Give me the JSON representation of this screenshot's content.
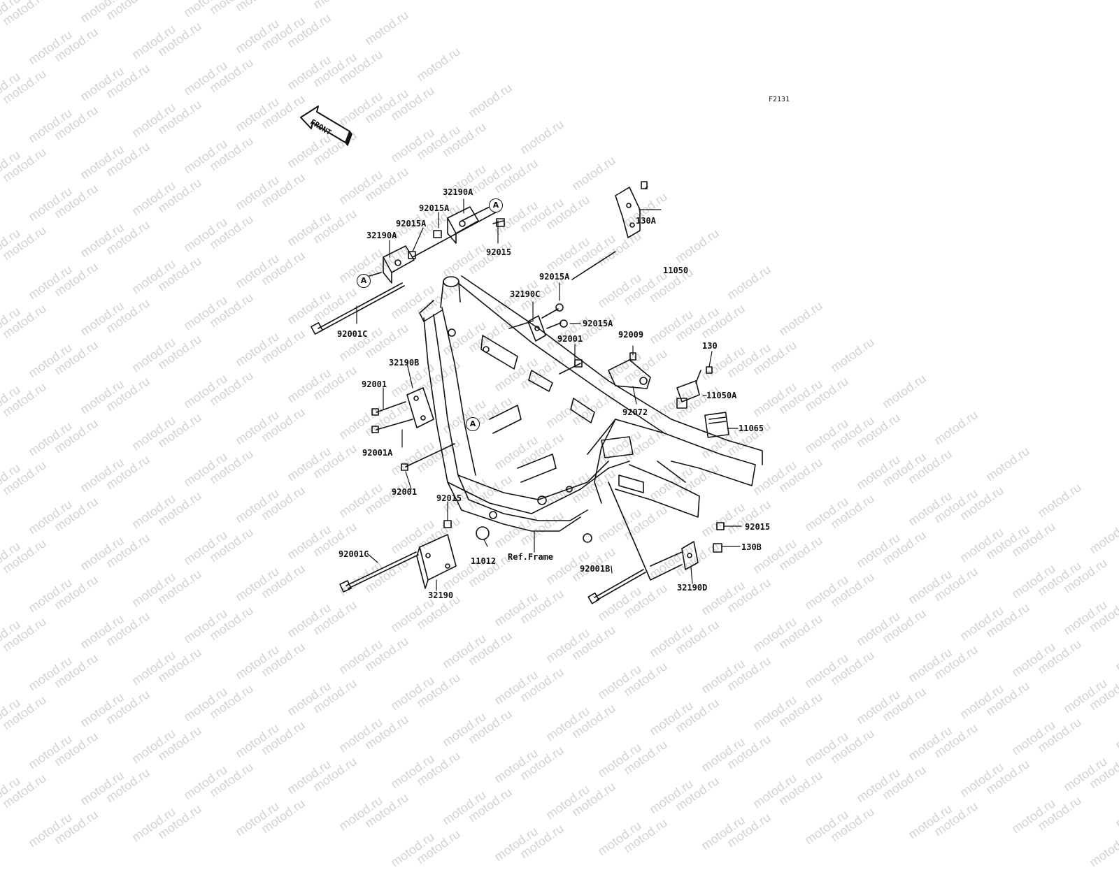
{
  "watermark": "motod.ru",
  "figure_code": "F2131",
  "front_label": "FRONT",
  "ref_label": "Ref.Frame",
  "callout_letter": "A",
  "colors": {
    "line": "#111111",
    "watermark": "#d2d2d2"
  },
  "parts": [
    {
      "id": "p1",
      "label": "32190A"
    },
    {
      "id": "p2",
      "label": "92015A"
    },
    {
      "id": "p3",
      "label": "92015A"
    },
    {
      "id": "p4",
      "label": "32190A"
    },
    {
      "id": "p5",
      "label": "92015"
    },
    {
      "id": "p6",
      "label": "92001C"
    },
    {
      "id": "p7",
      "label": "130A"
    },
    {
      "id": "p8",
      "label": "11050"
    },
    {
      "id": "p9",
      "label": "92015A"
    },
    {
      "id": "p10",
      "label": "32190C"
    },
    {
      "id": "p11",
      "label": "92015A"
    },
    {
      "id": "p12",
      "label": "92001"
    },
    {
      "id": "p13",
      "label": "92009"
    },
    {
      "id": "p14",
      "label": "130"
    },
    {
      "id": "p15",
      "label": "11050A"
    },
    {
      "id": "p16",
      "label": "32190B"
    },
    {
      "id": "p17",
      "label": "92001"
    },
    {
      "id": "p18",
      "label": "92072"
    },
    {
      "id": "p19",
      "label": "11065"
    },
    {
      "id": "p20",
      "label": "92001A"
    },
    {
      "id": "p21",
      "label": "92001"
    },
    {
      "id": "p22",
      "label": "92015"
    },
    {
      "id": "p23",
      "label": "92015"
    },
    {
      "id": "p24",
      "label": "130B"
    },
    {
      "id": "p25",
      "label": "92001C"
    },
    {
      "id": "p26",
      "label": "11012"
    },
    {
      "id": "p27",
      "label": "92001B"
    },
    {
      "id": "p28",
      "label": "32190"
    },
    {
      "id": "p29",
      "label": "32190D"
    }
  ]
}
